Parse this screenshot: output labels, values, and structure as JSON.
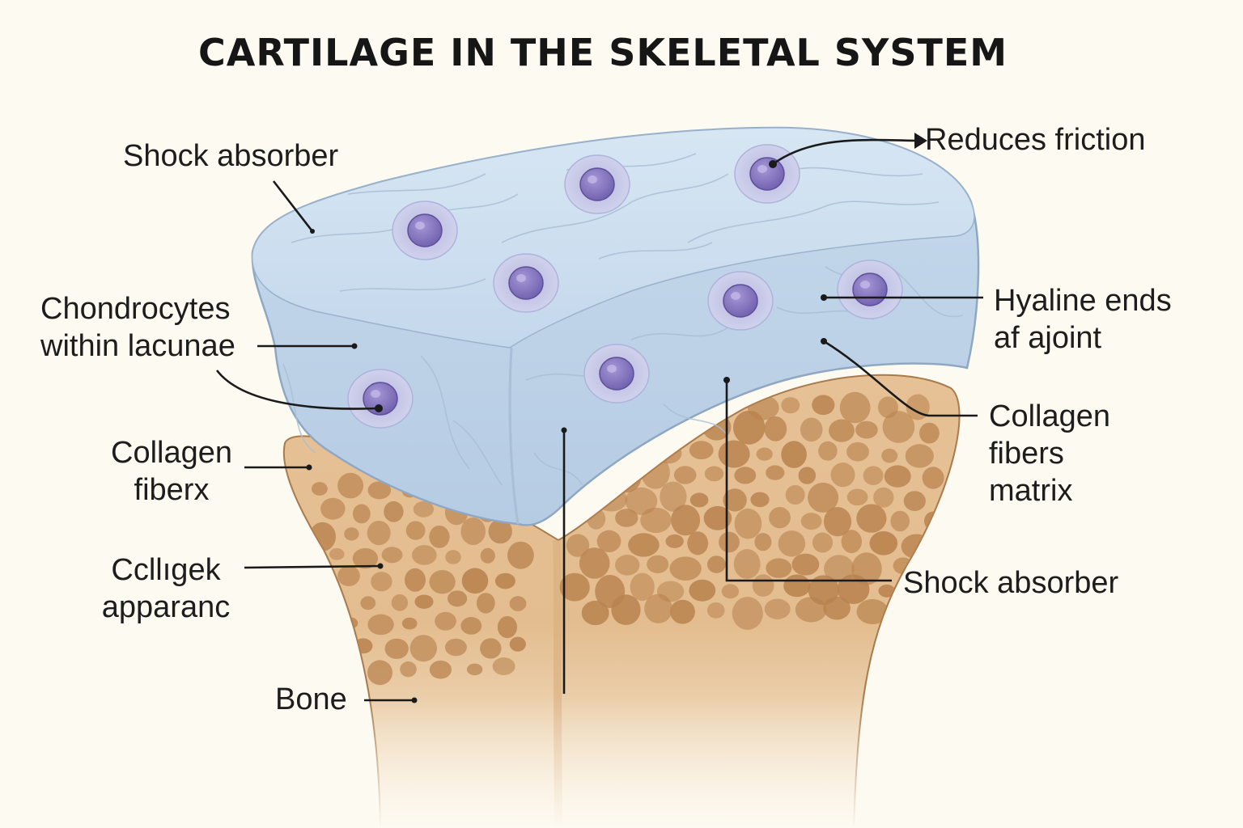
{
  "title": "CARTILAGE IN THE SKELETAL SYSTEM",
  "labels": {
    "shock_absorber_top": "Shock absorber",
    "reduces_friction": "Reduces friction",
    "chondrocytes": [
      "Chondrocytes",
      "within lacunae"
    ],
    "hyaline_ends": [
      "Hyaline ends",
      "af ajoint"
    ],
    "collagen_fiberx": [
      "Collagen",
      "fiberx"
    ],
    "collagen_fibers_matrix": [
      "Collagen",
      "fibers",
      "matrix"
    ],
    "collagek_apparanc": [
      "Ccllıgek",
      "apparanc"
    ],
    "shock_absorber_bottom": "Shock absorber",
    "bone": "Bone"
  },
  "colors": {
    "background": "#fdfaf1",
    "cartilage": "#cfe0ef",
    "cartilage_edge": "#8faac6",
    "chondrocyte_halo": "#c2c6e6",
    "chondrocyte_nucleus": "#7a6bb5",
    "bone": "#e2bd8d",
    "bone_pores": "#b9814b",
    "leader_lines": "#1a1a1a"
  }
}
